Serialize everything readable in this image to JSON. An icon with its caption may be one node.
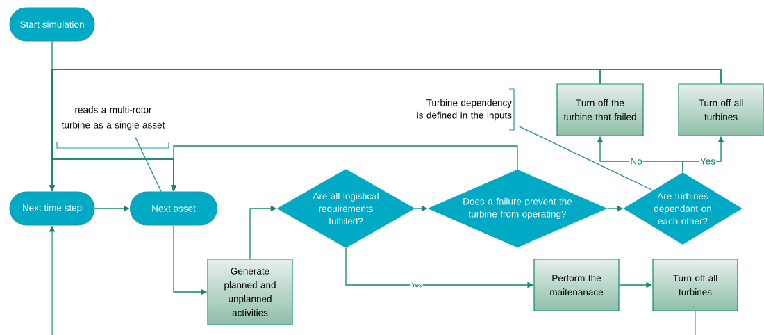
{
  "diagram": {
    "nodes": [
      {
        "text": [
          "Start simulation"
        ]
      },
      {
        "text": [
          "Turn off the turbine that failed"
        ]
      },
      {
        "text": [
          "Turn off all turbines"
        ]
      },
      {
        "text": [
          "reads a multi-rotor turbine as a single asset"
        ]
      },
      {
        "text": [
          "Turbine dependency is defined in the inputs"
        ]
      },
      {
        "text": [
          "Next time step"
        ]
      },
      {
        "text": [
          "Next asset"
        ]
      },
      {
        "text": [
          "Are all logistical requirements fulfilled?"
        ]
      },
      {
        "text": [
          "Does a failure prevent the turbine from operating?"
        ]
      },
      {
        "text": [
          "Are turbines dependant on each other?"
        ]
      },
      {
        "text": [
          "Generate planned and unplanned activities"
        ]
      },
      {
        "text": [
          "Perform the maitenanace"
        ]
      },
      {
        "text": [
          "Turn off all turbines"
        ]
      }
    ],
    "edges": [
      {
        "from": 0,
        "to": 5,
        "arrow": "to"
      },
      {
        "from": 1,
        "to": 5,
        "arrow": "to"
      },
      {
        "from": 2,
        "to": 5,
        "arrow": "to"
      },
      {
        "from": 1,
        "to": 6,
        "arrow": "to"
      },
      {
        "from": 2,
        "to": 6,
        "arrow": "to"
      },
      {
        "from": 5,
        "to": 6,
        "arrow": "to"
      },
      {
        "from": 6,
        "to": 10,
        "arrow": "to"
      },
      {
        "from": 10,
        "to": 7,
        "arrow": "to"
      },
      {
        "from": 7,
        "to": 8,
        "arrow": "to"
      },
      {
        "from": 8,
        "to": 9,
        "arrow": "to"
      },
      {
        "from": 8,
        "to": 6,
        "arrow": "to"
      },
      {
        "from": 7,
        "to": 11,
        "arrow": "to",
        "label": "Yes"
      },
      {
        "from": 9,
        "to": 1,
        "arrow": "to",
        "label": "No"
      },
      {
        "from": 9,
        "to": 2,
        "arrow": "to",
        "label": "Yes"
      },
      {
        "from": 11,
        "to": 12,
        "arrow": "to"
      },
      {
        "from": 12,
        "to": null,
        "arrow": "none"
      },
      {
        "from": null,
        "to": 5,
        "arrow": "to"
      },
      {
        "from": 3,
        "to": 6,
        "arrow": "none",
        "color": "#1a8aa5"
      },
      {
        "from": 4,
        "to": 9,
        "arrow": "none",
        "color": "#1a8aa5"
      }
    ]
  }
}
